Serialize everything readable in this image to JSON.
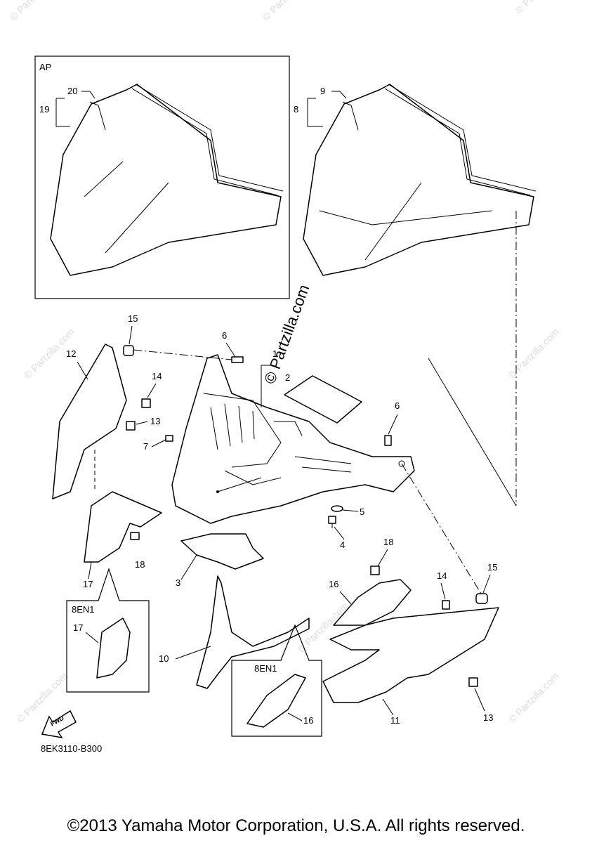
{
  "diagram": {
    "code": "8EK3110-B300",
    "copyright": "©2013 Yamaha Motor Corporation, U.S.A. All rights reserved.",
    "watermark": "© Partzilla.com",
    "fwd_label": "FWD",
    "boxes": {
      "ap": "AP",
      "box1": "8EN1",
      "box2": "8EN1"
    },
    "callouts": {
      "c1": "1",
      "c2": "2",
      "c3": "3",
      "c4": "4",
      "c5": "5",
      "c6a": "6",
      "c6b": "6",
      "c7": "7",
      "c8": "8",
      "c9": "9",
      "c10": "10",
      "c11": "11",
      "c12": "12",
      "c13a": "13",
      "c13b": "13",
      "c14a": "14",
      "c14b": "14",
      "c15a": "15",
      "c15b": "15",
      "c16a": "16",
      "c16b": "16",
      "c17a": "17",
      "c17b": "17",
      "c18a": "18",
      "c18b": "18",
      "c19": "19",
      "c20": "20"
    }
  }
}
